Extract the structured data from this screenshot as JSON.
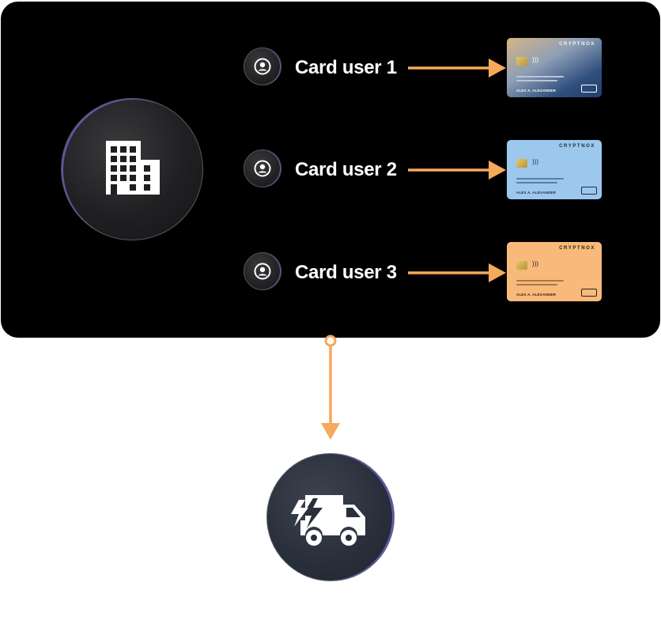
{
  "users": [
    {
      "label": "Card user 1"
    },
    {
      "label": "Card user 2"
    },
    {
      "label": "Card user 3"
    }
  ],
  "cards": [
    {
      "brand": "CRYPTNOX",
      "holder": "ALEX A. ALEXANDER",
      "style": "blue-gold"
    },
    {
      "brand": "CRYPTNOX",
      "holder": "ALEX A. ALEXANDER",
      "style": "light-blue"
    },
    {
      "brand": "CRYPTNOX",
      "holder": "ALEX A. ALEXANDER",
      "style": "orange"
    }
  ],
  "icons": {
    "organization": "building-icon",
    "user": "user-icon",
    "delivery": "fast-delivery-truck-icon"
  },
  "colors": {
    "panel": "#000000",
    "arrow": "#f5a95a",
    "card_blue": "#9cc8ee",
    "card_orange": "#f9b97a"
  }
}
